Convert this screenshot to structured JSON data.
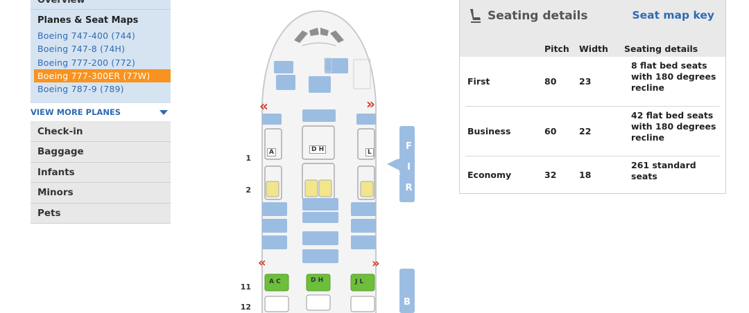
{
  "sidebar": {
    "overview_label": "Overview",
    "planes_title": "Planes & Seat Maps",
    "planes": [
      {
        "label": "Boeing 747-400 (744)",
        "active": false
      },
      {
        "label": "Boeing 747-8 (74H)",
        "active": false
      },
      {
        "label": "Boeing 777-200 (772)",
        "active": false
      },
      {
        "label": "Boeing 777-300ER (77W)",
        "active": true
      },
      {
        "label": "Boeing 787-9 (789)",
        "active": false
      }
    ],
    "view_more": "VIEW MORE PLANES",
    "links": [
      "Check-in",
      "Baggage",
      "Infants",
      "Minors",
      "Pets"
    ]
  },
  "seatmap": {
    "row_numbers": [
      "1",
      "2",
      "11",
      "12"
    ],
    "cabin_tabs": {
      "first": "F I R S T",
      "business": "B"
    },
    "first_seat_letters": {
      "left": "A",
      "center": "D H",
      "right": "L"
    },
    "business_seat_letters": [
      "A C",
      "D H",
      "J L"
    ],
    "colors": {
      "fixture": "#9cbde2",
      "first_seat": "#f2e68a",
      "business_seat": "#6cbf3a",
      "exit": "#d33a2c"
    }
  },
  "details": {
    "title": "Seating details",
    "key_link": "Seat map key",
    "columns": {
      "pitch": "Pitch",
      "width": "Width",
      "seating": "Seating details"
    },
    "rows": [
      {
        "cabin": "First",
        "pitch": "80",
        "width": "23",
        "seating": "8 flat bed seats with 180 degrees recline"
      },
      {
        "cabin": "Business",
        "pitch": "60",
        "width": "22",
        "seating": "42 flat bed seats with 180 degrees recline"
      },
      {
        "cabin": "Economy",
        "pitch": "32",
        "width": "18",
        "seating": "261 standard seats"
      }
    ]
  }
}
